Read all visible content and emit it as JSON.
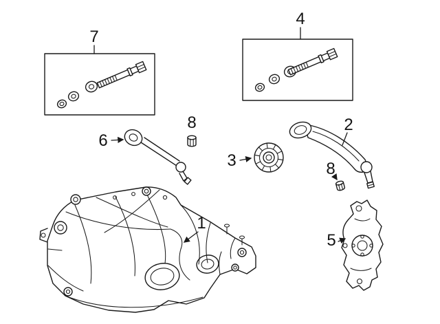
{
  "colors": {
    "background": "#ffffff",
    "line": "#1a1a1a"
  },
  "callouts": [
    {
      "id": "7",
      "label": "7"
    },
    {
      "id": "4",
      "label": "4"
    },
    {
      "id": "6",
      "label": "6"
    },
    {
      "id": "8a",
      "label": "8"
    },
    {
      "id": "3",
      "label": "3"
    },
    {
      "id": "2",
      "label": "2"
    },
    {
      "id": "8b",
      "label": "8"
    },
    {
      "id": "1",
      "label": "1"
    },
    {
      "id": "5",
      "label": "5"
    }
  ]
}
